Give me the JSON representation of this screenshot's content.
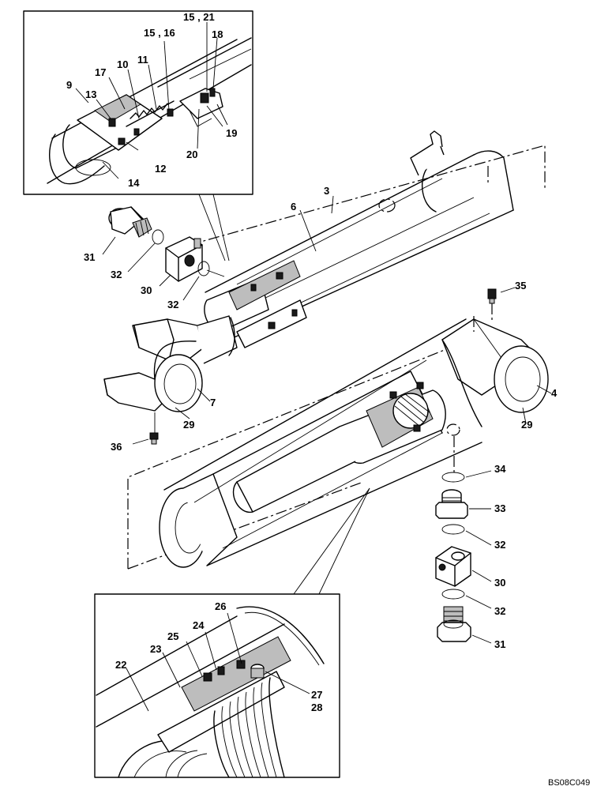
{
  "diagram": {
    "code": "BS08C049",
    "callouts_top_detail": [
      "9",
      "13",
      "17",
      "10",
      "11",
      "15 , 16",
      "15 , 21",
      "18",
      "19",
      "20",
      "12",
      "14"
    ],
    "callouts_main": [
      "3",
      "6",
      "31",
      "32",
      "30",
      "32",
      "35",
      "7",
      "4",
      "29",
      "29",
      "36",
      "34",
      "33",
      "32",
      "30",
      "32",
      "31"
    ],
    "callouts_bottom_detail": [
      "22",
      "23",
      "25",
      "24",
      "26",
      "27",
      "28"
    ]
  }
}
